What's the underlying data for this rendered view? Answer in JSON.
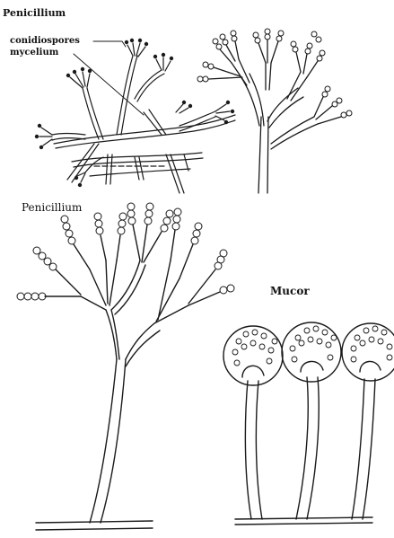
{
  "labels": {
    "top_title": "Penicillium",
    "conidiospores": "conidiospores",
    "mycelium": "mycelium",
    "penicillium_large": "Penicillium",
    "mucor": "Mucor"
  },
  "colors": {
    "ink": "#1a1a1a",
    "background": "#ffffff"
  }
}
